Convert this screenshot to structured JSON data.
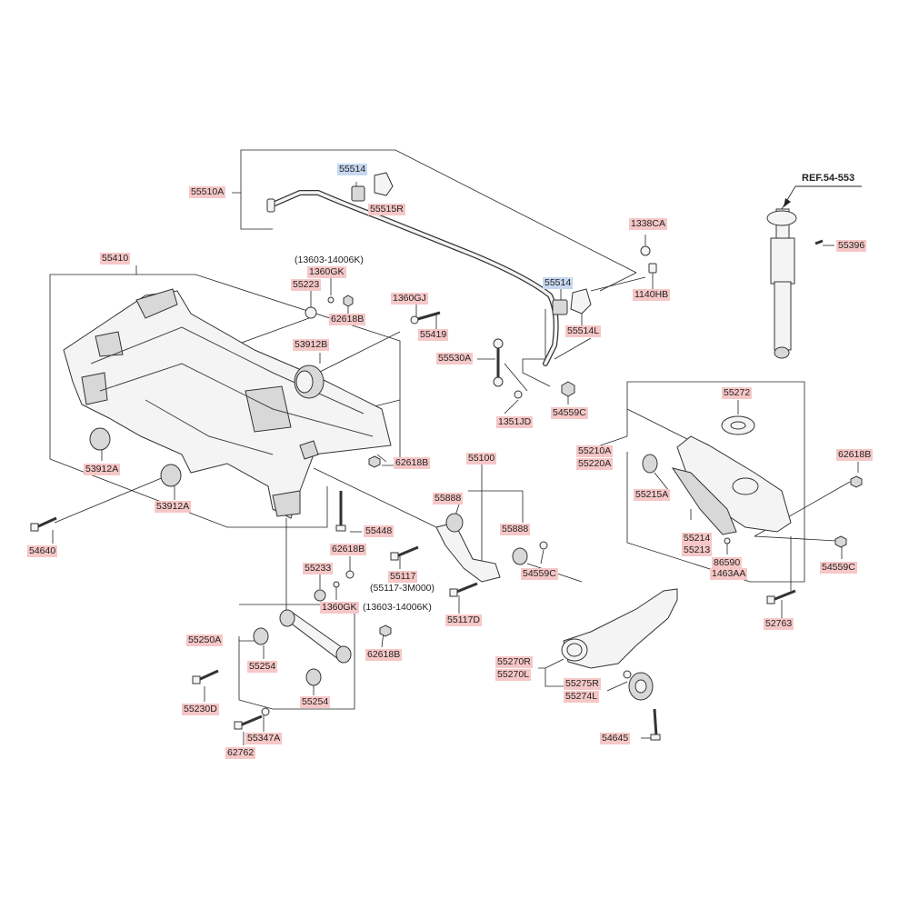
{
  "labels": {
    "l55510A": "55510A",
    "l55514a": "55514",
    "l55515R": "55515R",
    "l1338CA": "1338CA",
    "l55514b": "55514",
    "l1140HB": "1140HB",
    "l55514L": "55514L",
    "l55410": "55410",
    "l13603a": "(13603-14006K)",
    "l1360GKa": "1360GK",
    "l55223": "55223",
    "l62618Ba": "62618B",
    "l1360GJ": "1360GJ",
    "l55419": "55419",
    "l53912B": "53912B",
    "l55530A": "55530A",
    "l54559Ca": "54559C",
    "l1351JD": "1351JD",
    "lref": "REF.54-553",
    "l55396": "55396",
    "l55272": "55272",
    "l55210A": "55210A",
    "l55220A": "55220A",
    "l62618Bb": "62618B",
    "l55215A": "55215A",
    "l55214": "55214",
    "l55213": "55213",
    "l86590": "86590",
    "l1463AA": "1463AA",
    "l54559Cb": "54559C",
    "l52763": "52763",
    "l53912Aa": "53912A",
    "l53912Ab": "53912A",
    "l62618Bc": "62618B",
    "l55100": "55100",
    "l55888a": "55888",
    "l55888b": "55888",
    "l54559Cc": "54559C",
    "l54640": "54640",
    "l55448": "55448",
    "l62618Bd": "62618B",
    "l55117": "55117",
    "l55117M": "(55117-3M000)",
    "l55117D": "55117D",
    "l55233": "55233",
    "l1360GKb": "1360GK",
    "l13603b": "(13603-14006K)",
    "l55250A": "55250A",
    "l62618Be": "62618B",
    "l55254a": "55254",
    "l55254b": "55254",
    "l55230D": "55230D",
    "l55347A": "55347A",
    "l62762": "62762",
    "l55270R": "55270R",
    "l55270L": "55270L",
    "l55275R": "55275R",
    "l55274L": "55274L",
    "l54645": "54645"
  }
}
